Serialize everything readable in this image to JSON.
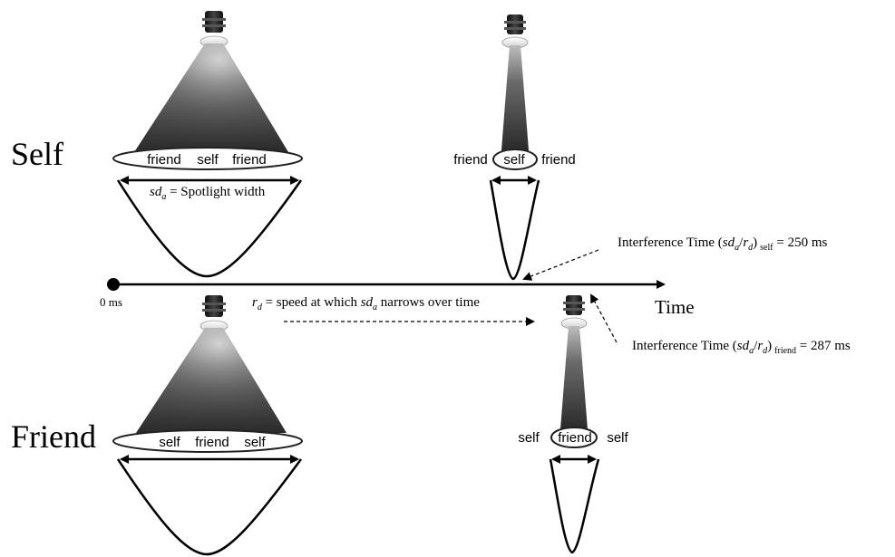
{
  "rows": {
    "self": "Self",
    "friend": "Friend"
  },
  "axis": {
    "start": "0 ms",
    "end": "Time"
  },
  "spot_self_wide": {
    "left": "friend",
    "center": "self",
    "right": "friend"
  },
  "spot_self_narrow": {
    "left": "friend",
    "center": "self",
    "right": "friend"
  },
  "spot_friend_wide": {
    "left": "self",
    "center": "friend",
    "right": "self"
  },
  "spot_friend_narrow": {
    "left": "self",
    "center": "friend",
    "right": "self"
  },
  "width_label": {
    "sym": "sd",
    "sub": "a",
    "rest": " = Spotlight width"
  },
  "rate_label": {
    "sym": "r",
    "sub": "d",
    "mid": " = speed at which ",
    "sym2": "sd",
    "sub2": "a",
    "rest": " narrows over time"
  },
  "interference_self": {
    "pre": "Interference Time (",
    "sym1": "sd",
    "sub1": "a",
    "slash": "/",
    "sym2": "r",
    "sub2": "d",
    "close": ")",
    "tag": "self",
    "value": " = 250 ms"
  },
  "interference_friend": {
    "pre": "Interference Time (",
    "sym1": "sd",
    "sub1": "a",
    "slash": "/",
    "sym2": "r",
    "sub2": "d",
    "close": ")",
    "tag": "friend",
    "value": " = 287 ms"
  },
  "colors": {
    "cone_dark": "#2e2e2e",
    "cone_light": "#a8a8a8",
    "lamp": "#1c1c1c",
    "ink": "#000000"
  }
}
